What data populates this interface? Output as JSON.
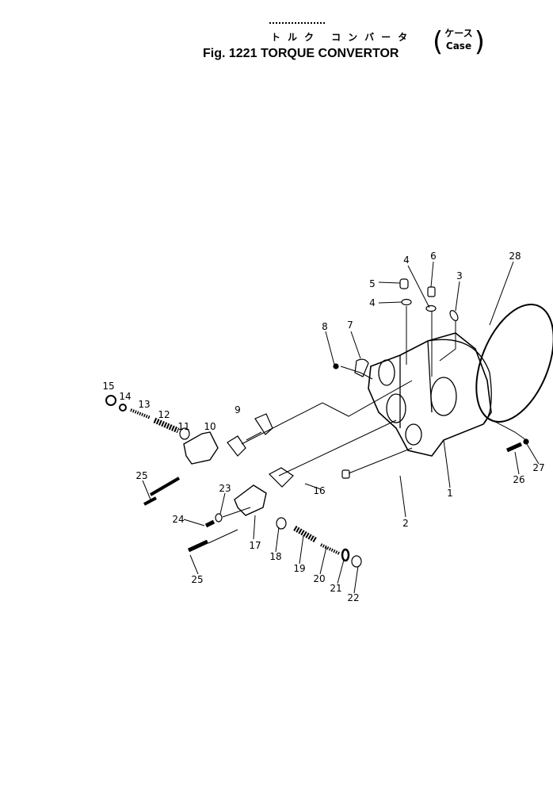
{
  "title": {
    "figure": "Fig. 1221",
    "name": "TORQUE CONVERTOR",
    "name_japanese": "トルク コンバータ",
    "sub_japanese": "ケース",
    "sub": "Case"
  },
  "callouts": [
    "28",
    "6",
    "4",
    "5",
    "4",
    "3",
    "8",
    "7",
    "15",
    "14",
    "13",
    "12",
    "11",
    "10",
    "9",
    "25",
    "16",
    "1",
    "2",
    "26",
    "27",
    "23",
    "24",
    "17",
    "18",
    "19",
    "20",
    "21",
    "22",
    "25"
  ]
}
